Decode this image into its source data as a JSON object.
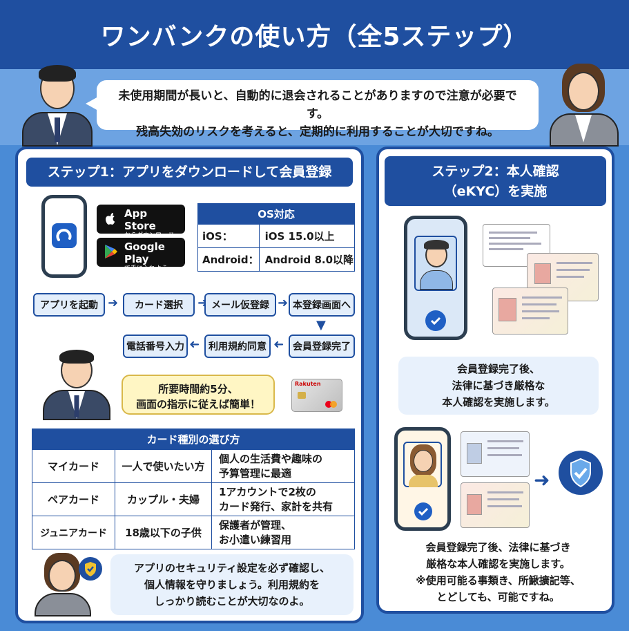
{
  "title": "ワンバンクの使い方（全5ステップ）",
  "top_bubble": {
    "line1": "未使用期間が長いと、自動的に退会されることがありますので注意が必要です。",
    "line2": "残高失効のリスクを考えると、定期的に利用することが大切ですね。"
  },
  "step1": {
    "title": "ステップ1：アプリをダウンロードして会員登録",
    "app_store": {
      "main": "App Store",
      "sub": "からダウンロード"
    },
    "google_play": {
      "main": "Google Play",
      "sub": "で手に入れよう"
    },
    "os_table": {
      "header": "OS対応",
      "rows": [
        {
          "os": "iOS：",
          "version": "iOS 15.0以上"
        },
        {
          "os": "Android：",
          "version": "Android 8.0以降"
        }
      ]
    },
    "flow": [
      "アプリを起動",
      "カード選択",
      "メール仮登録",
      "本登録画面へ",
      "会員登録完了",
      "利用規約同意",
      "電話番号入力"
    ],
    "tip": {
      "line1": "所要時間約5分、",
      "line2": "画面の指示に従えば簡単！"
    },
    "card_brand": "Rakuten",
    "card_types": {
      "header": "カード種別の選び方",
      "rows": [
        {
          "name": "マイカード",
          "target": "一人で使いたい方",
          "desc1": "個人の生活費や趣味の",
          "desc2": "予算管理に最適"
        },
        {
          "name": "ペアカード",
          "target": "カップル・夫婦",
          "desc1": "1アカウントで2枚の",
          "desc2": "カード発行、家計を共有"
        },
        {
          "name": "ジュニアカード",
          "target": "18歳以下の子供",
          "desc1": "保護者が管理、",
          "desc2": "お小遣い練習用"
        }
      ]
    },
    "bottom_note": {
      "line1": "アプリのセキュリティ設定を必ず確認し、",
      "line2": "個人情報を守りましょう。利用規約を",
      "line3": "しっかり読むことが大切なのよ。"
    }
  },
  "step2": {
    "title_line1": "ステップ2：本人確認",
    "title_line2": "（eKYC）を実施",
    "note1": {
      "line1": "会員登録完了後、",
      "line2": "法律に基づき厳格な",
      "line3": "本人確認を実施します。"
    },
    "note2": {
      "line1": "会員登録完了後、法律に基づき",
      "line2": "厳格な本人確認を実施します。",
      "line3": "※使用可能る事類き、所鰍擴記等、",
      "line4": "とどしても、可能ですね。"
    }
  },
  "colors": {
    "primary": "#1f4fa0",
    "background": "#4a8bd6",
    "accent_yellow": "#fff6c4",
    "check_blue": "#1f5fc4"
  }
}
